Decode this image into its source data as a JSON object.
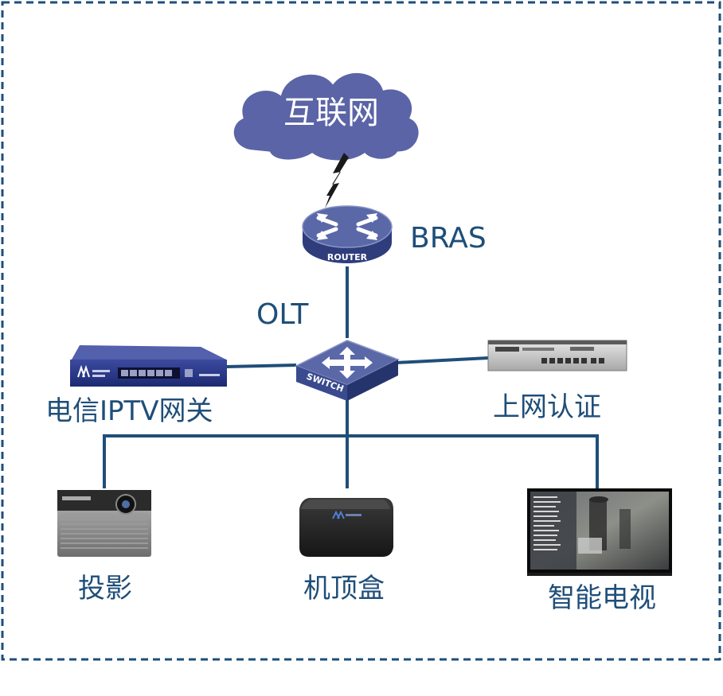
{
  "nodes": {
    "internet": {
      "label": "互联网"
    },
    "bras": {
      "label": "BRAS",
      "badge": "ROUTER"
    },
    "olt": {
      "label": "OLT",
      "badge": "SWITCH"
    },
    "iptv_gateway": {
      "label": "电信IPTV网关"
    },
    "auth": {
      "label": "上网认证"
    },
    "projector": {
      "label": "投影"
    },
    "set_top_box": {
      "label": "机顶盒"
    },
    "smart_tv": {
      "label": "智能电视"
    }
  },
  "colors": {
    "border": "#1f4e79",
    "line": "#1f4e79",
    "cloud": "#5b64a6",
    "router": "#4a5a9a",
    "label": "#1f4e79"
  }
}
